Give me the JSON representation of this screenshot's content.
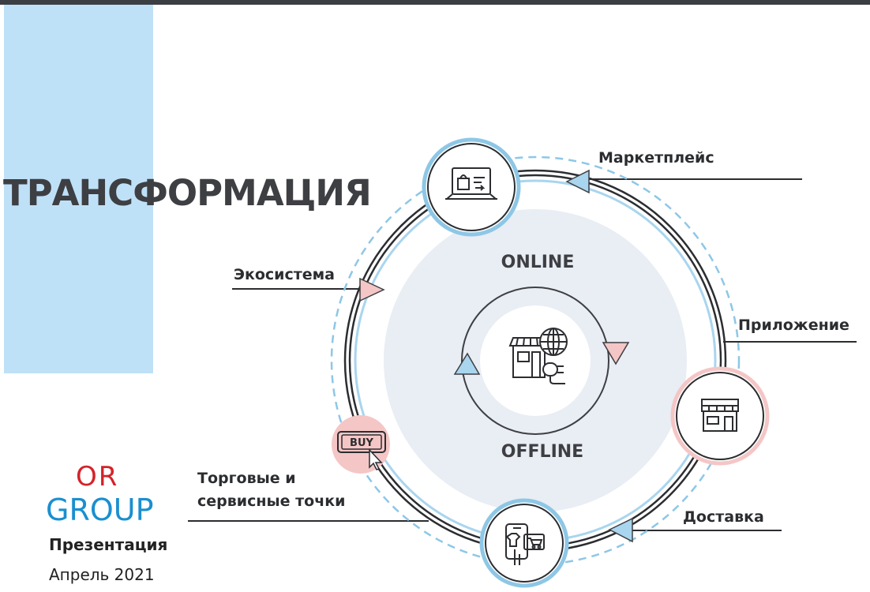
{
  "slide": {
    "title": "ТРАНСФОРМАЦИЯ",
    "online_label": "ONLINE",
    "offline_label": "OFFLINE"
  },
  "channels": {
    "marketplace": "Маркетплейс",
    "ecosystem": "Экосистема",
    "app": "Приложение",
    "delivery": "Доставка",
    "retail_line1": "Торговые и",
    "retail_line2": "сервисные точки"
  },
  "icons": {
    "laptop": "laptop-shop-icon",
    "store": "storefront-icon",
    "phone": "mobile-shopping-icon",
    "buy": "buy-button-icon",
    "hub": "online-store-globe-icon",
    "buy_text": "BUY"
  },
  "footer": {
    "logo_or": "OR",
    "logo_group": "GROUP",
    "presentation": "Презентация",
    "date": "Апрель 2021"
  },
  "colors": {
    "accent_blue": "#bfe1f7",
    "ring_blue": "#8ec7e6",
    "pink": "#f5c6c6",
    "dark": "#3d3f43",
    "logo_red": "#d4232a",
    "logo_blue": "#1a8fd0"
  }
}
